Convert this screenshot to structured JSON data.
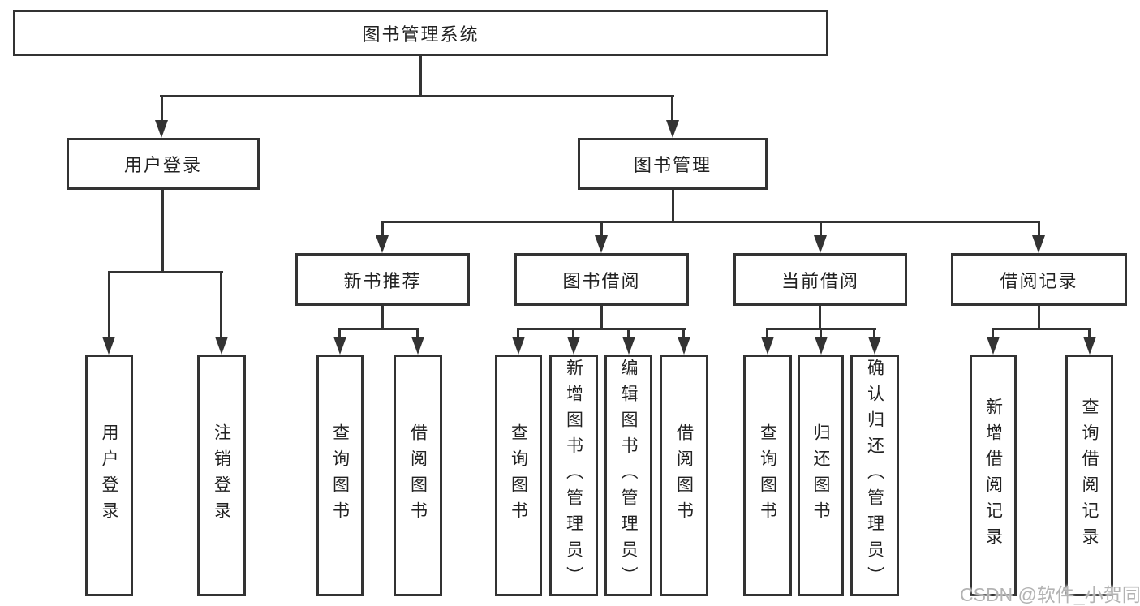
{
  "tree": {
    "label": "图书管理系统",
    "children": [
      {
        "label": "用户登录",
        "children": [
          {
            "label": "用户登录"
          },
          {
            "label": "注销登录"
          }
        ]
      },
      {
        "label": "图书管理",
        "children": [
          {
            "label": "新书推荐",
            "children": [
              {
                "label": "查询图书"
              },
              {
                "label": "借阅图书"
              }
            ]
          },
          {
            "label": "图书借阅",
            "children": [
              {
                "label": "查询图书"
              },
              {
                "label": "新增图书（管理员）"
              },
              {
                "label": "编辑图书（管理员）"
              },
              {
                "label": "借阅图书"
              }
            ]
          },
          {
            "label": "当前借阅",
            "children": [
              {
                "label": "查询图书"
              },
              {
                "label": "归还图书"
              },
              {
                "label": "确认归还（管理员）"
              }
            ]
          },
          {
            "label": "借阅记录",
            "children": [
              {
                "label": "新增借阅记录"
              },
              {
                "label": "查询借阅记录"
              }
            ]
          }
        ]
      }
    ]
  },
  "watermark": {
    "text": "CSDN @软件_小贺同学"
  },
  "colors": {
    "line": "#333333",
    "text": "#222222",
    "watermark": "#b3b3b3",
    "background": "#ffffff"
  }
}
